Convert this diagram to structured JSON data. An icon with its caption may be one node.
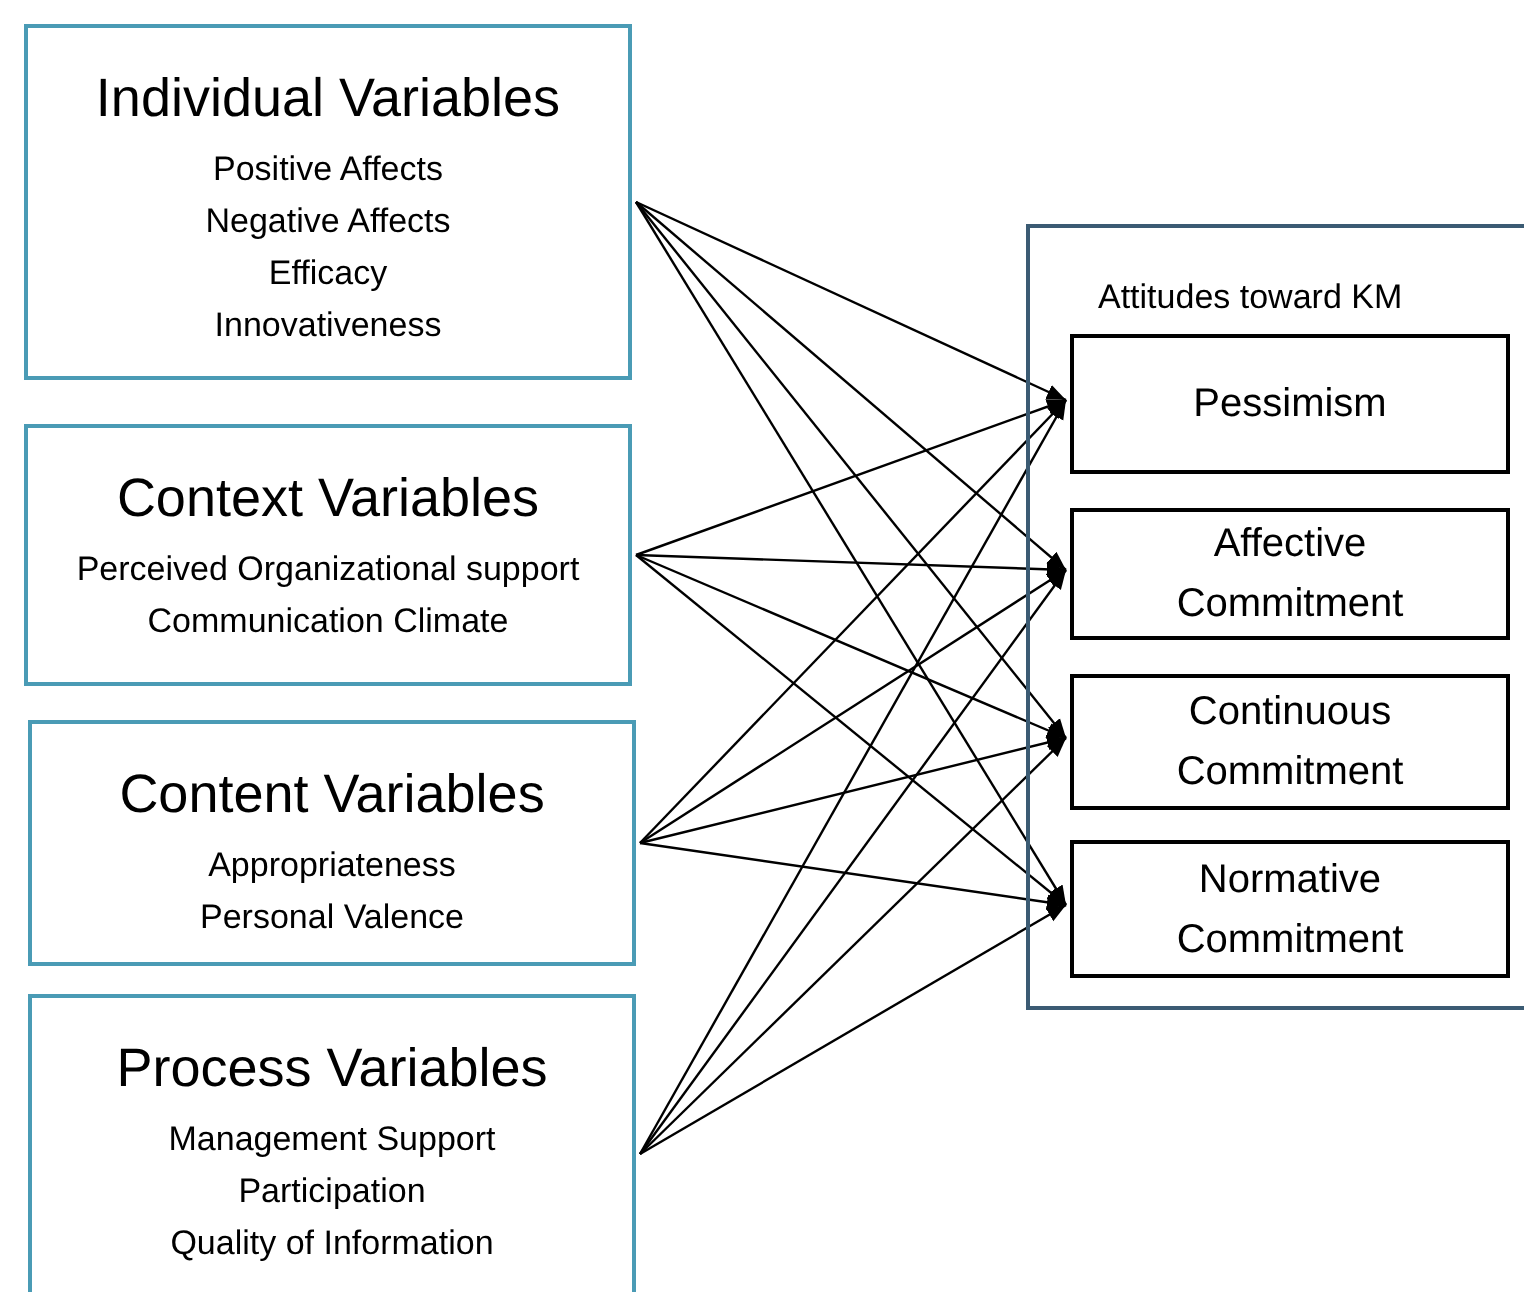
{
  "diagram": {
    "nodes": [
      {
        "text": [
          "Individual Variables",
          "Positive Affects",
          "Negative Affects",
          "Efficacy",
          "Innovativeness"
        ]
      },
      {
        "text": [
          "Context Variables",
          "Perceived Organizational support",
          "Communication Climate"
        ]
      },
      {
        "text": [
          "Content Variables",
          "Appropriateness",
          "Personal Valence"
        ]
      },
      {
        "text": [
          "Process Variables",
          "Management Support",
          "Participation",
          "Quality of Information"
        ]
      },
      {
        "text": [
          "Attitudes toward KM"
        ]
      },
      {
        "text": [
          "Pessimism"
        ],
        "in": 4
      },
      {
        "text": [
          "Affective Commitment"
        ],
        "in": 4
      },
      {
        "text": [
          "Continuous Commitment"
        ],
        "in": 4
      },
      {
        "text": [
          "Normative Commitment"
        ],
        "in": 4
      }
    ],
    "edges": [
      {
        "from": 0,
        "to": 5,
        "arrow": "to"
      },
      {
        "from": 0,
        "to": 6,
        "arrow": "to"
      },
      {
        "from": 0,
        "to": 7,
        "arrow": "to"
      },
      {
        "from": 0,
        "to": 8,
        "arrow": "to"
      },
      {
        "from": 1,
        "to": 5,
        "arrow": "to"
      },
      {
        "from": 1,
        "to": 6,
        "arrow": "to"
      },
      {
        "from": 1,
        "to": 7,
        "arrow": "to"
      },
      {
        "from": 1,
        "to": 8,
        "arrow": "to"
      },
      {
        "from": 2,
        "to": 5,
        "arrow": "to"
      },
      {
        "from": 2,
        "to": 6,
        "arrow": "to"
      },
      {
        "from": 2,
        "to": 7,
        "arrow": "to"
      },
      {
        "from": 2,
        "to": 8,
        "arrow": "to"
      },
      {
        "from": 3,
        "to": 5,
        "arrow": "to"
      },
      {
        "from": 3,
        "to": 6,
        "arrow": "to"
      },
      {
        "from": 3,
        "to": 7,
        "arrow": "to"
      },
      {
        "from": 3,
        "to": 8,
        "arrow": "to"
      }
    ]
  }
}
